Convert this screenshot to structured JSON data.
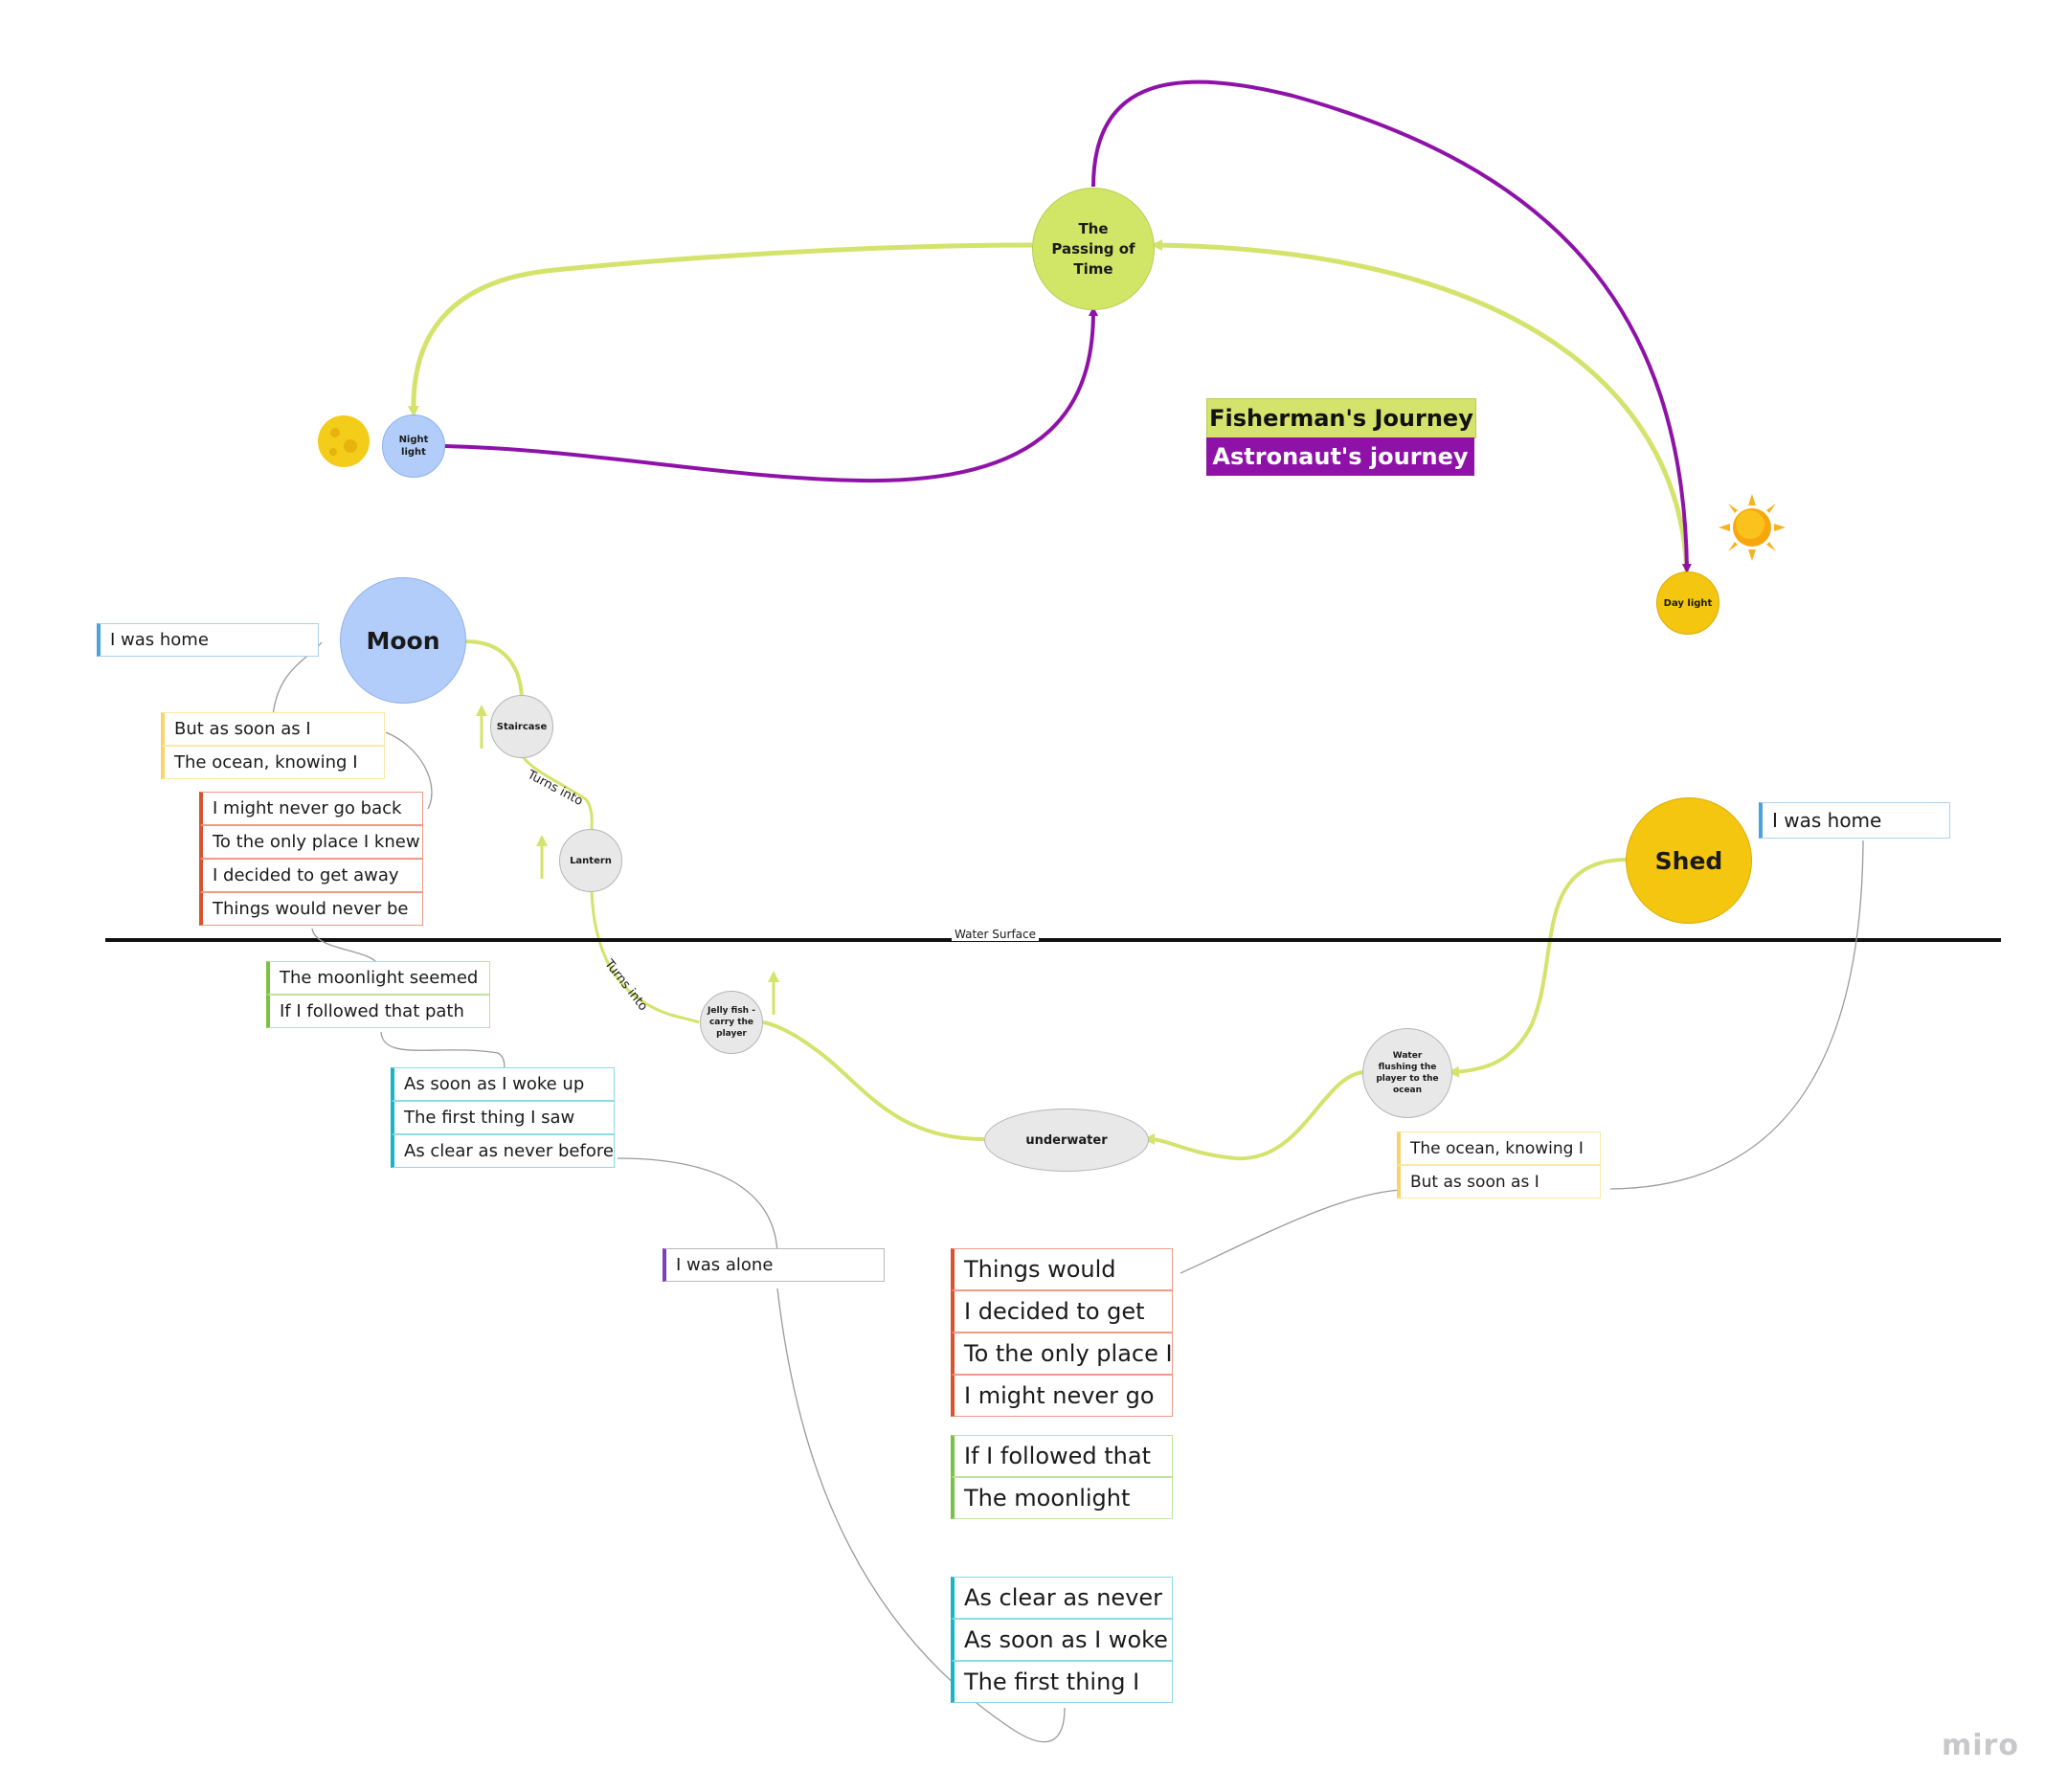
{
  "colors": {
    "fisherman": "#d4e36b",
    "astronaut": "#8e12a8",
    "moon": "#b3cdfb",
    "sun_node": "#f5c60f",
    "passing": "#d1e667",
    "small_node": "#e8e8e8"
  },
  "icons": {
    "moon": "moon-icon",
    "sun": "sun-icon"
  },
  "nodes": {
    "passing": [
      "The",
      "Passing of",
      "Time"
    ],
    "night": [
      "Night",
      "light"
    ],
    "day": "Day light",
    "moon": "Moon",
    "shed": "Shed",
    "staircase": "Staircase",
    "lantern": "Lantern",
    "jelly": [
      "Jelly fish -",
      "carry the",
      "player"
    ],
    "water_flush": [
      "Water",
      "flushing the",
      "player to the",
      "ocean"
    ],
    "underwater": "underwater"
  },
  "legend": {
    "fisherman": "Fisherman's Journey",
    "astronaut": "Astronaut's journey"
  },
  "water_surface": "Water Surface",
  "edge_labels": {
    "turns_into_1": "Turns into",
    "turns_into_2": "Turns into"
  },
  "cards": {
    "left_home": "I was home",
    "left_yellow": [
      "But as soon as I",
      "The ocean, knowing I"
    ],
    "left_red": [
      "I might never go back",
      "To the only place I knew",
      "I decided to get away",
      "Things would never be"
    ],
    "left_green": [
      "The moonlight seemed",
      "If I followed that path"
    ],
    "left_cyan": [
      "As soon as I woke up",
      "The first thing I saw",
      "As clear as never before"
    ],
    "alone": "I was alone",
    "right_home": "I was home",
    "right_yellow": [
      "The ocean, knowing I",
      "But as soon as I"
    ],
    "center_red": [
      "Things would",
      "I decided to get",
      "To the only place I",
      "I might never go"
    ],
    "center_green": [
      "If I followed that",
      "The moonlight"
    ],
    "center_cyan": [
      "As clear as never",
      "As soon as I woke",
      "The first thing I"
    ]
  },
  "watermark": "miro"
}
